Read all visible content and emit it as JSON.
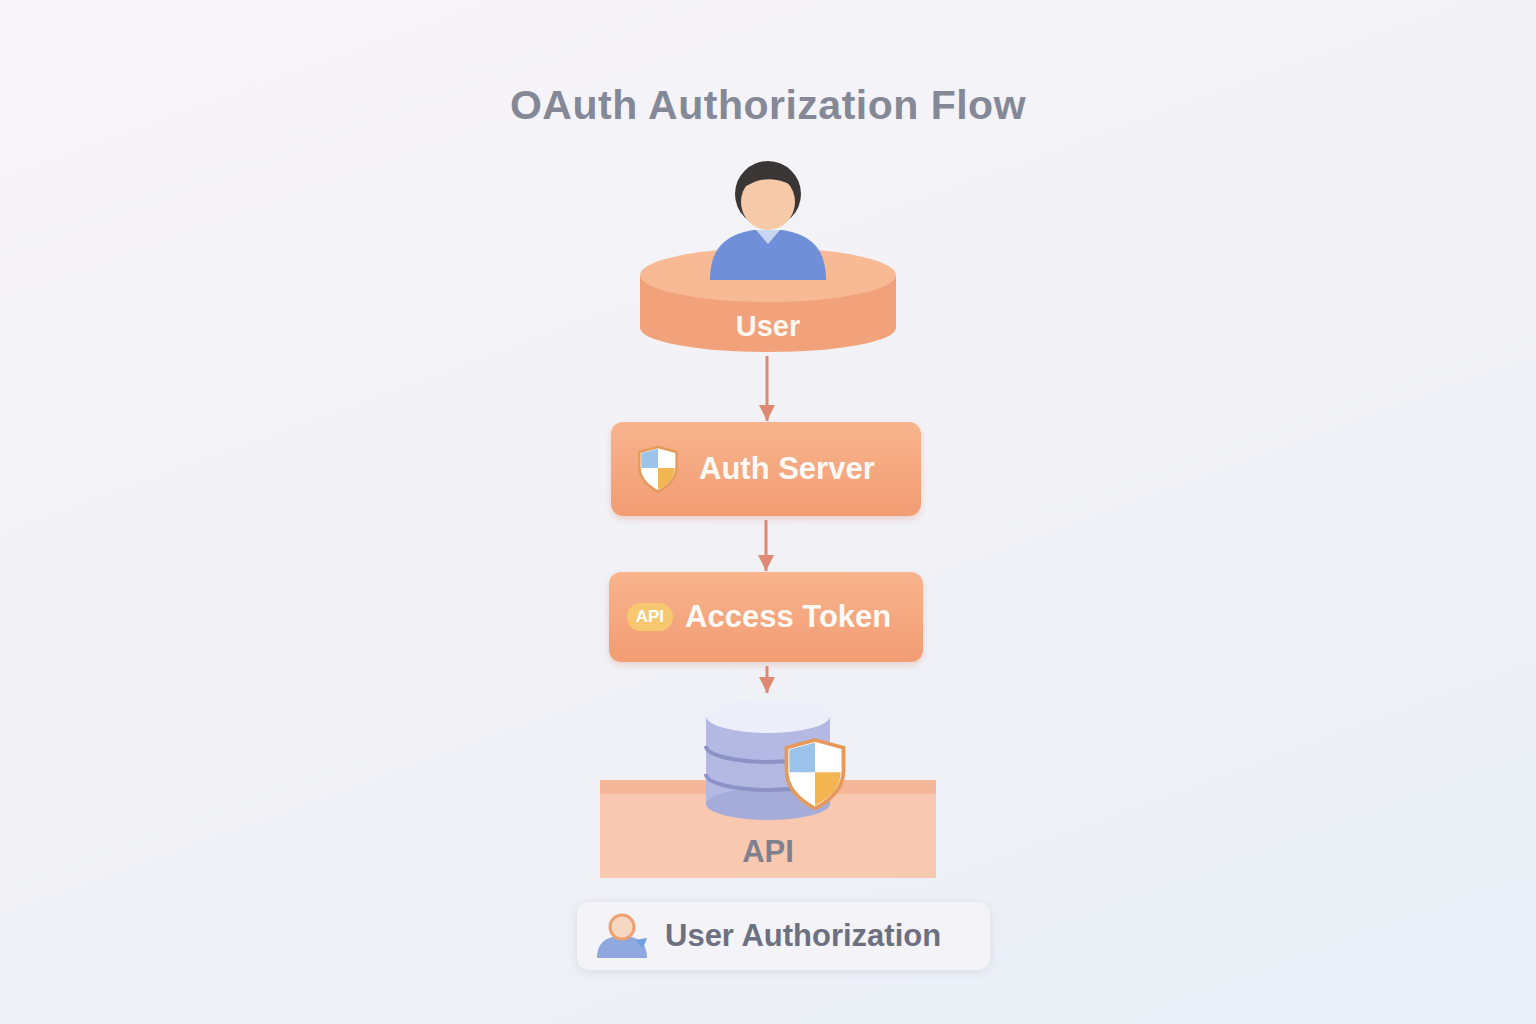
{
  "diagram": {
    "title": "OAuth Authorization Flow",
    "nodes": [
      {
        "text": [
          "User"
        ]
      },
      {
        "text": [
          "Auth Server"
        ]
      },
      {
        "text": [
          "API",
          "Access Token"
        ]
      },
      {
        "text": [
          "API"
        ]
      },
      {
        "text": [
          "User Authorization"
        ]
      }
    ],
    "edges": [
      {
        "from": 0,
        "to": 1,
        "arrow": "to"
      },
      {
        "from": 1,
        "to": 2,
        "arrow": "to"
      },
      {
        "from": 2,
        "to": 3,
        "arrow": "to"
      }
    ]
  }
}
